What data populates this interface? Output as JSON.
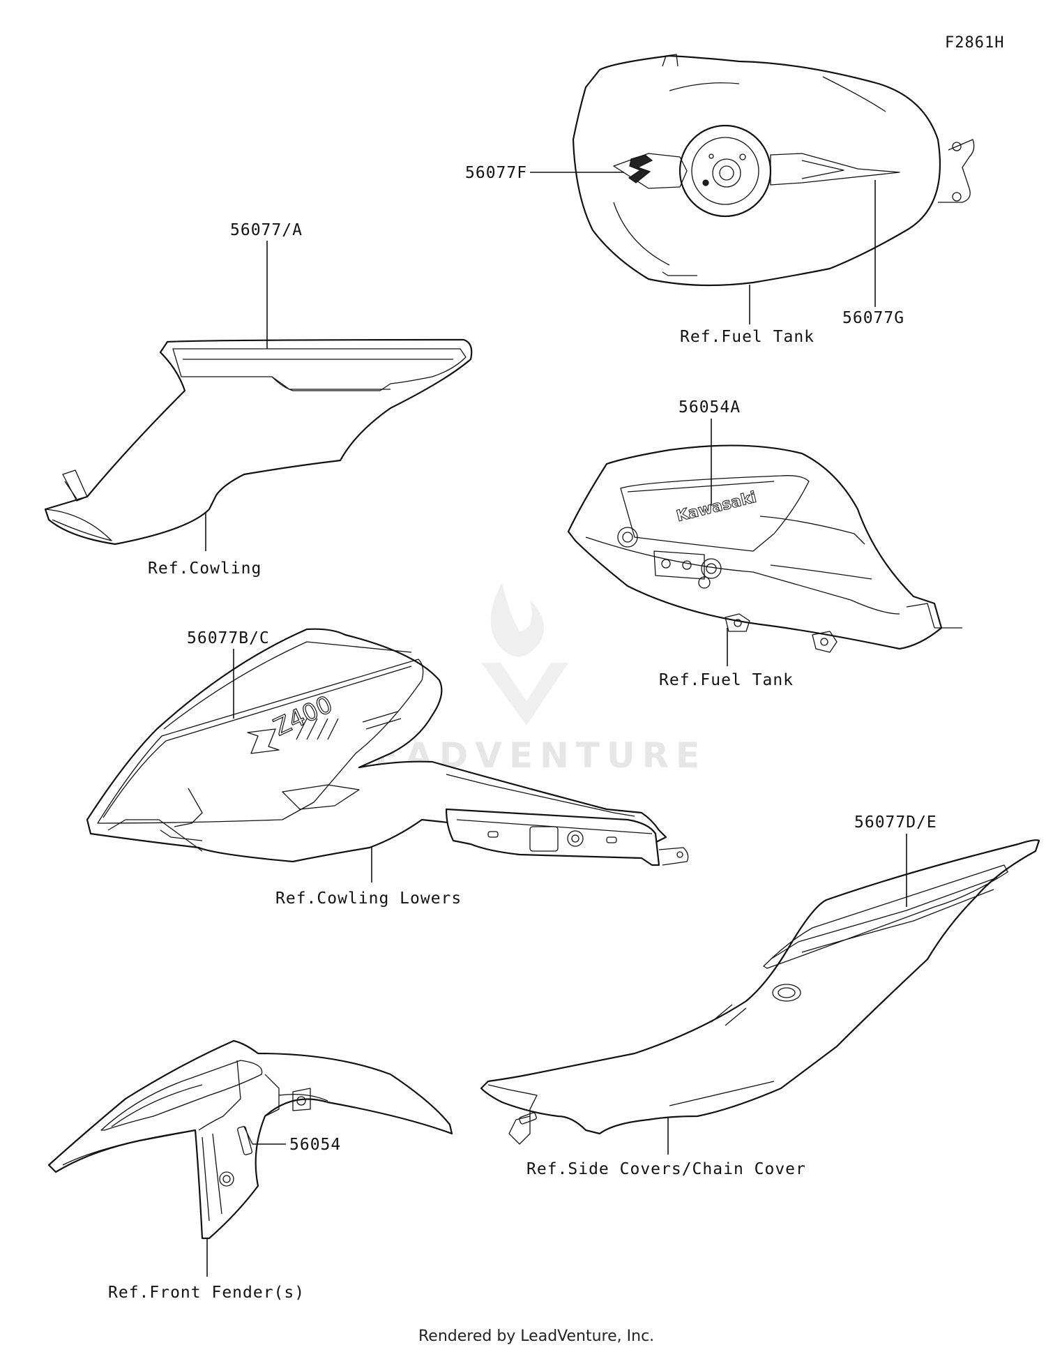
{
  "figure_code": "F2861H",
  "watermark": "LEADVENTURE",
  "footer": "Rendered by LeadVenture, Inc.",
  "callouts": {
    "tank_top_left": "56077F",
    "tank_top_right": "56077G",
    "ref_fuel_tank_top": "Ref.Fuel Tank",
    "cowling_part": "56077/A",
    "ref_cowling": "Ref.Cowling",
    "tank_side_part": "56054A",
    "ref_fuel_tank_side": "Ref.Fuel Tank",
    "cowling_lowers_part": "56077B/C",
    "ref_cowling_lowers": "Ref.Cowling Lowers",
    "side_cover_part": "56077D/E",
    "ref_side_covers": "Ref.Side Covers/Chain Cover",
    "fender_part": "56054",
    "ref_front_fender": "Ref.Front Fender(s)"
  },
  "decal_text": {
    "brand": "Kawasaki",
    "model": "Z400"
  }
}
